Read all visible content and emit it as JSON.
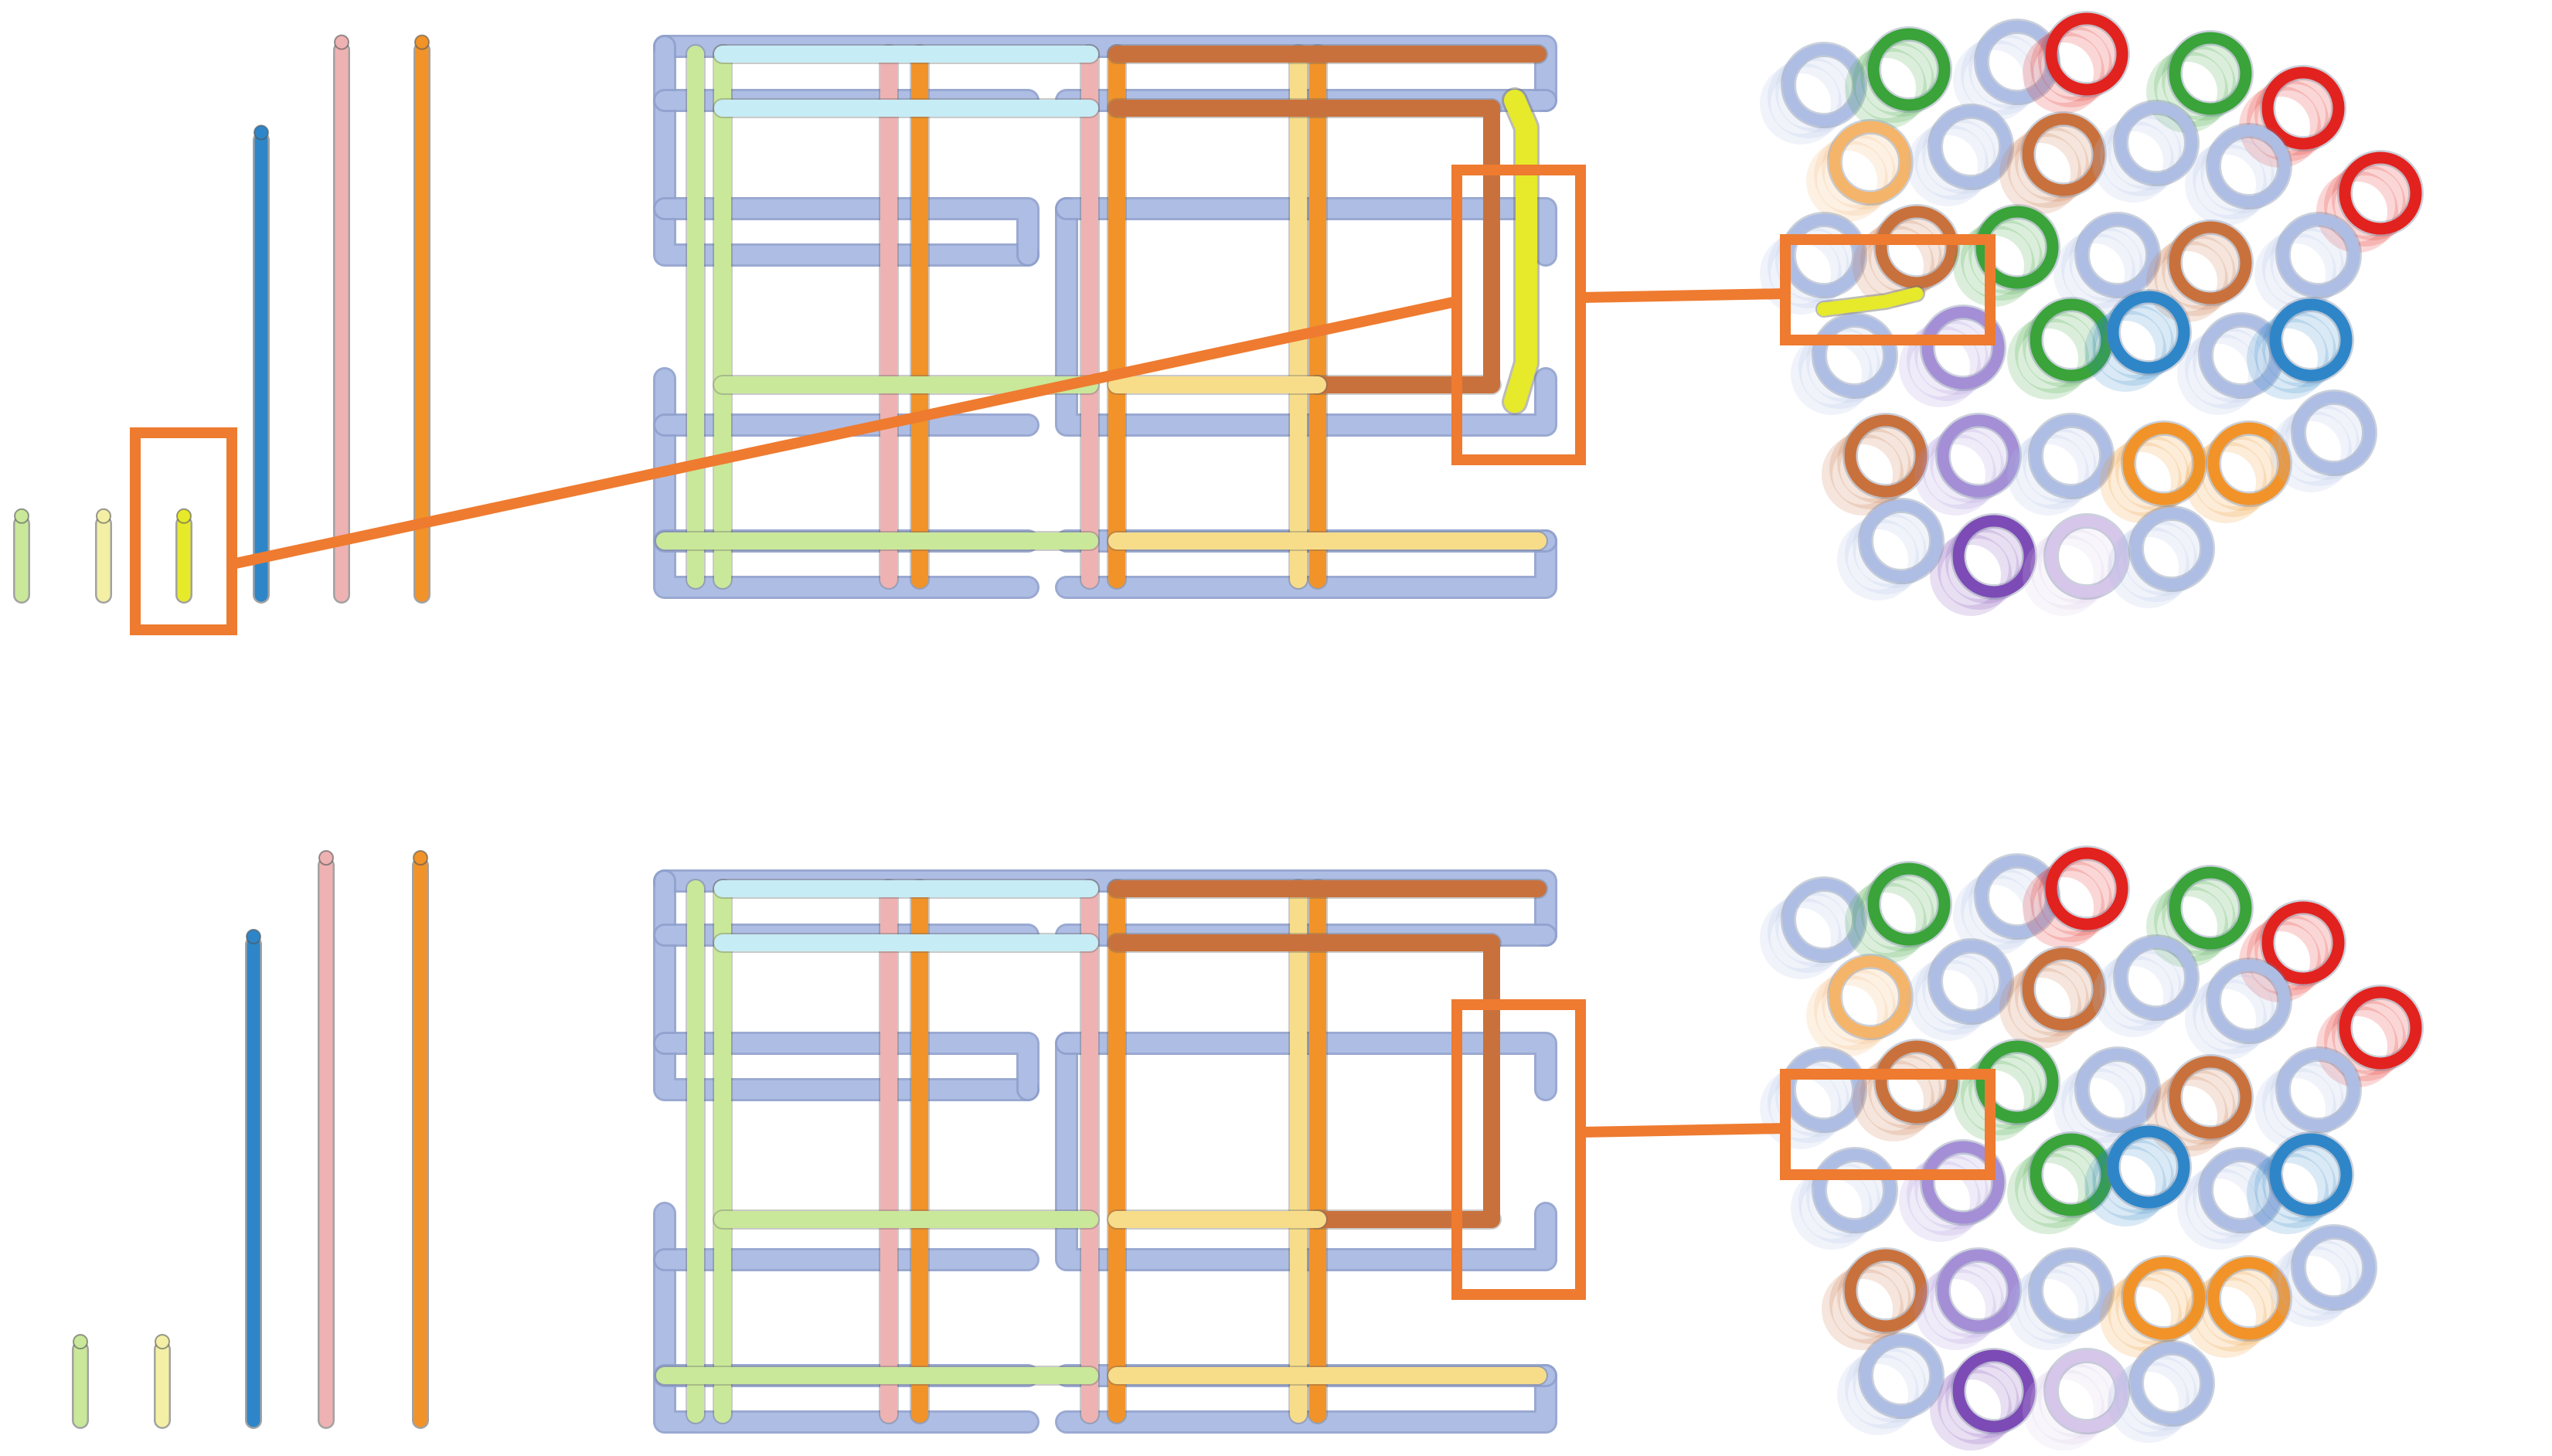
{
  "palette": {
    "scaffold": "#aebde4",
    "scaffold_edge": "#8fa0cc",
    "highlight": "#ee7b30",
    "lime": "#c9e89a",
    "pale_yellow": "#f3f0a6",
    "yellow": "#e6ea2a",
    "blue": "#2e86c8",
    "pink": "#eeb2b2",
    "orange": "#f19328",
    "cyan": "#c6ecf5",
    "brown": "#c9713c",
    "light_yellow": "#f7dd8a",
    "green": "#3aa33a",
    "red": "#e2221e",
    "purple": "#7d4bb5",
    "lilac": "#a48fd6",
    "light_orange": "#f4b469",
    "lavender": "#d6c6ea"
  },
  "panels": [
    {
      "id": "top",
      "strands": [
        {
          "color": "lime",
          "length": 0.14
        },
        {
          "color": "pale_yellow",
          "length": 0.14
        },
        {
          "color": "yellow",
          "length": 0.14
        },
        {
          "color": "blue",
          "length": 0.82
        },
        {
          "color": "pink",
          "length": 0.98
        },
        {
          "color": "orange",
          "length": 0.98
        }
      ],
      "insert_highlighted": true
    },
    {
      "id": "bottom",
      "strands": [
        {
          "color": "lime",
          "length": 0.14
        },
        {
          "color": "pale_yellow",
          "length": 0.14
        },
        {
          "color": "blue",
          "length": 0.86
        },
        {
          "color": "pink",
          "length": 1.0
        },
        {
          "color": "orange",
          "length": 1.0
        }
      ],
      "insert_highlighted": false
    }
  ]
}
